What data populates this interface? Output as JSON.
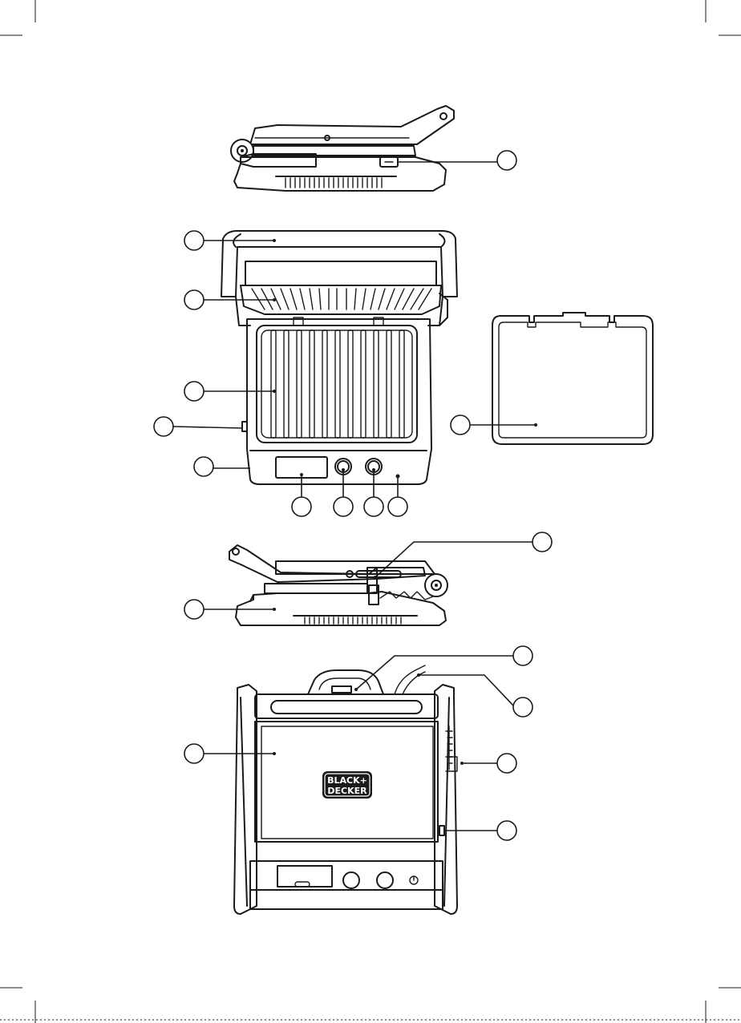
{
  "diagram": {
    "brand_logo": {
      "line1": "BLACK+",
      "line2": "DECKER"
    },
    "views": [
      "side-view-closed",
      "front-view-open",
      "removable-drip-tray",
      "side-view-open",
      "top-view-closed"
    ],
    "callout_count": 17,
    "icons": [
      "power-icon",
      "temperature-knob",
      "timer-knob",
      "display-panel"
    ]
  }
}
